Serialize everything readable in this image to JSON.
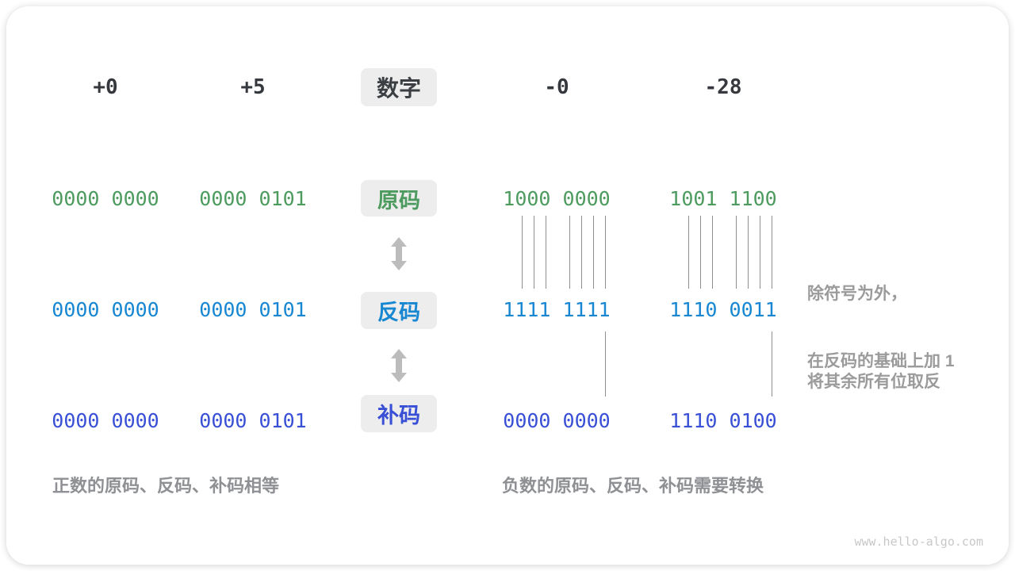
{
  "header": {
    "numbers": [
      "+0",
      "+5",
      "-0",
      "-28"
    ],
    "label": "数字"
  },
  "rows": [
    {
      "label": "原码",
      "values": [
        "0000 0000",
        "0000 0101",
        "1000 0000",
        "1001 1100"
      ]
    },
    {
      "label": "反码",
      "values": [
        "0000 0000",
        "0000 0101",
        "1111 1111",
        "1110 0011"
      ]
    },
    {
      "label": "补码",
      "values": [
        "0000 0000",
        "0000 0101",
        "0000 0000",
        "1110 0100"
      ]
    }
  ],
  "annotations": {
    "flip_line1": "除符号为外，",
    "flip_line2": "将其余所有位取反",
    "add_one": "在反码的基础上加 1"
  },
  "captions": {
    "positive": "正数的原码、反码、补码相等",
    "negative": "负数的原码、反码、补码需要转换"
  },
  "watermark": "www.hello-algo.com",
  "colors": {
    "sign_magnitude_green": "#4d9b5f",
    "ones_complement_blue": "#1887d2",
    "twos_complement_indigo": "#3950d6",
    "label_box_bg": "#ededed",
    "header_text": "#35383c",
    "annotation_gray": "#9b9b9b",
    "caption_gray": "#8e9093",
    "connector_line_gray": "#8f8f8f",
    "arrow_gray": "#bcbcbc",
    "watermark_gray": "#c8c8c8"
  }
}
